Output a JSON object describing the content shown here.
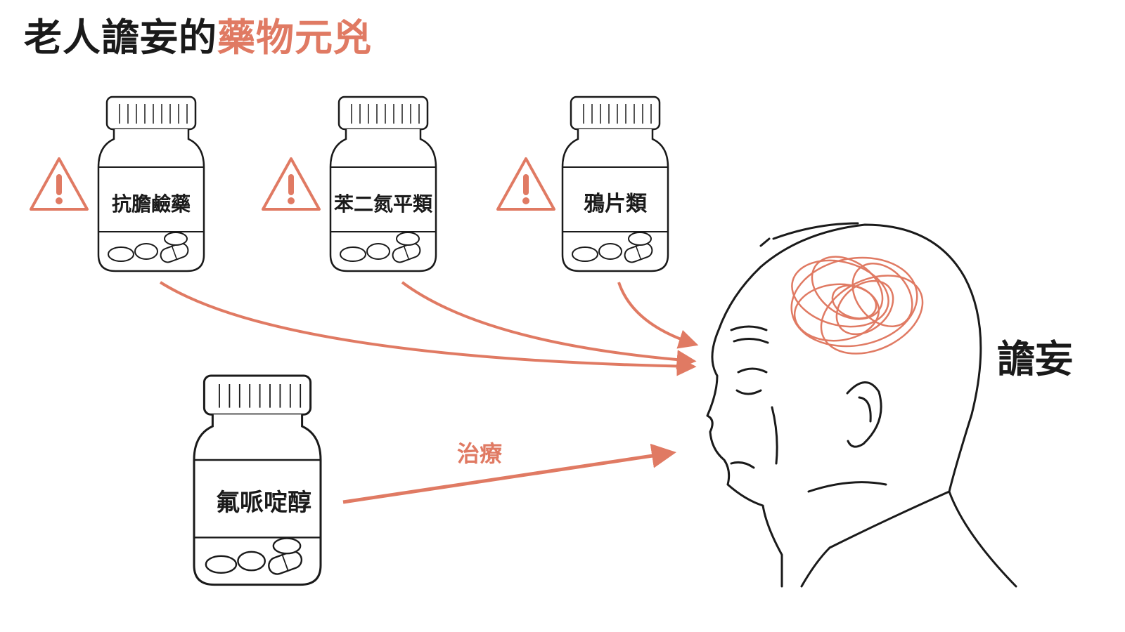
{
  "title": {
    "plain": "老人譫妄的",
    "highlight": "藥物元兇"
  },
  "bottles": {
    "antipsychotics": "抗膽鹼藥",
    "benzodiazepines": "苯二氮平類",
    "opioids": "鴉片類",
    "meperidine": "氟哌啶醇"
  },
  "arrow_label": "治療",
  "outcome_label": "譫妄",
  "colors": {
    "accent": "#e07a63",
    "ink": "#1a1a1a"
  },
  "icons": {
    "warning": "warning-triangle-icon",
    "brain": "tangled-brain-icon"
  }
}
